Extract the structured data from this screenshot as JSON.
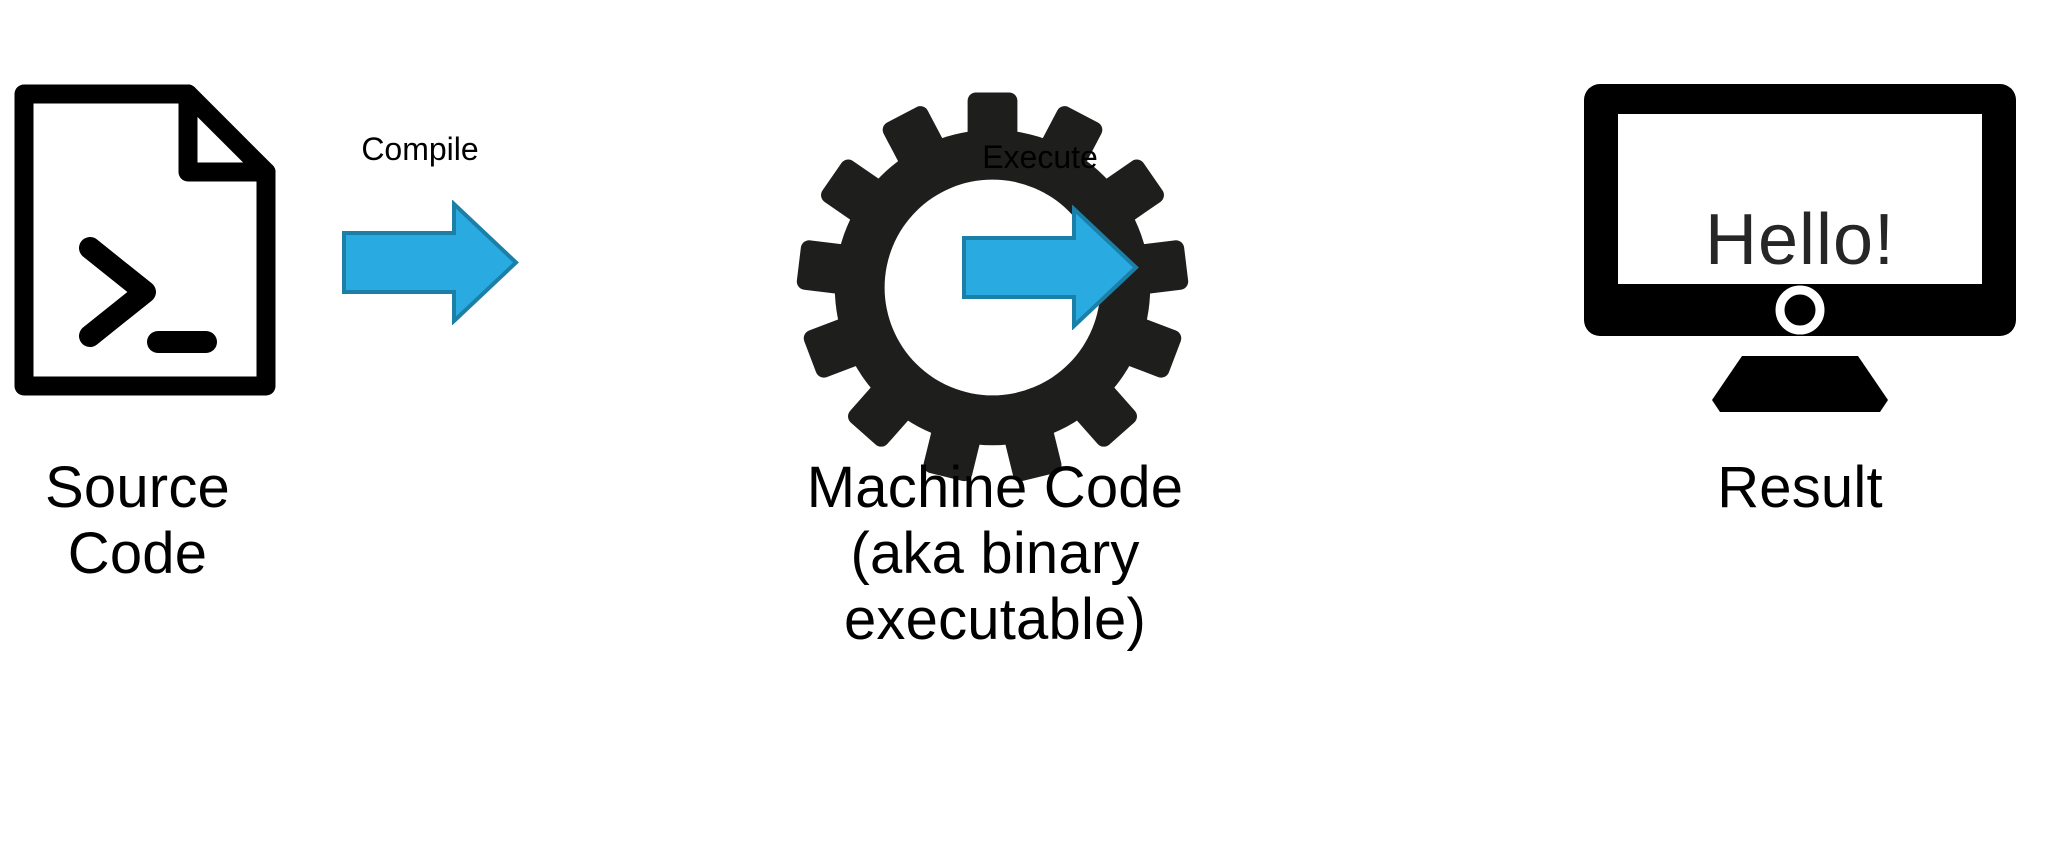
{
  "diagram": {
    "title": "Compile and execute pipeline",
    "background_color": "#FFFFFF",
    "ink_color": "#000000",
    "gear_color": "#1E1E1C",
    "arrow_fill": "#29ABE2",
    "arrow_stroke": "#1B7FA8",
    "screen_text_color": "#262626"
  },
  "stages": [
    {
      "id": "source-code",
      "icon": "document-code-icon",
      "caption": "Source\nCode"
    },
    {
      "id": "machine-code",
      "icon": "gear-icon",
      "caption": "Machine Code\n(aka binary\nexecutable)"
    },
    {
      "id": "result",
      "icon": "monitor-icon",
      "caption": "Result"
    }
  ],
  "transitions": [
    {
      "id": "compile",
      "label": "Compile",
      "icon": "right-arrow-icon",
      "from": "source-code",
      "to": "machine-code"
    },
    {
      "id": "execute",
      "label": "Execute",
      "icon": "right-arrow-icon",
      "from": "machine-code",
      "to": "result"
    }
  ],
  "monitor": {
    "screen_text": "Hello!",
    "power_button": "power-button-icon"
  }
}
